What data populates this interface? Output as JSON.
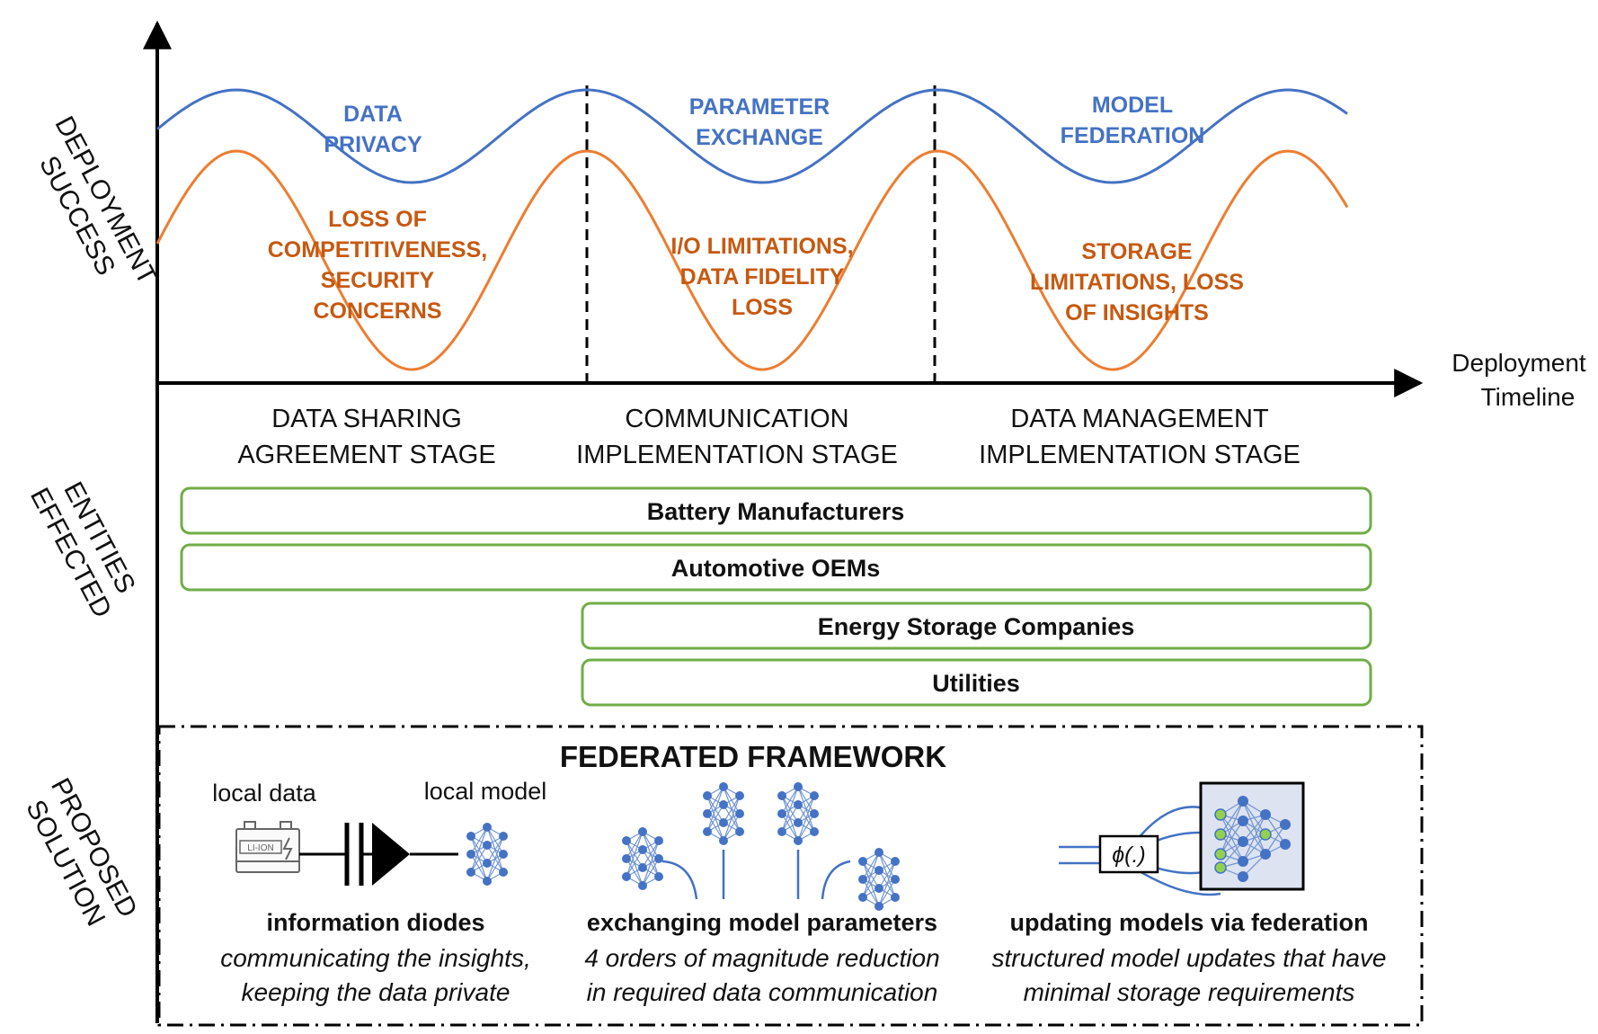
{
  "axes": {
    "y_label_lines": [
      "DEPLOYMENT",
      "SUCCESS"
    ],
    "x_label_lines": [
      "Deployment",
      "Timeline"
    ]
  },
  "curves": {
    "blue_color": "#4472C4",
    "orange_color": "#ED7D31",
    "blue_labels": [
      [
        "DATA",
        "PRIVACY"
      ],
      [
        "PARAMETER",
        "EXCHANGE"
      ],
      [
        "MODEL",
        "FEDERATION"
      ]
    ],
    "orange_labels": [
      [
        "LOSS OF",
        "COMPETITIVENESS,",
        "SECURITY",
        "CONCERNS"
      ],
      [
        "I/O LIMITATIONS,",
        "DATA FIDELITY",
        "LOSS"
      ],
      [
        "STORAGE",
        "LIMITATIONS, LOSS",
        "OF INSIGHTS"
      ]
    ]
  },
  "stages": [
    [
      "DATA SHARING",
      "AGREEMENT STAGE"
    ],
    [
      "COMMUNICATION",
      "IMPLEMENTATION STAGE"
    ],
    [
      "DATA MANAGEMENT",
      "IMPLEMENTATION STAGE"
    ]
  ],
  "entities": {
    "side_label_lines": [
      "ENTITIES",
      "EFFECTED"
    ],
    "box_color": "#70AD47",
    "items": [
      "Battery Manufacturers",
      "Automotive OEMs",
      "Energy Storage Companies",
      "Utilities"
    ]
  },
  "solution": {
    "side_label_lines": [
      "PROPOSED",
      "SOLUTION"
    ],
    "framework_title": "FEDERATED FRAMEWORK",
    "local_data_label": "local data",
    "local_model_label": "local model",
    "battery_text": "LI-ION",
    "phi_label": "ϕ(.)",
    "columns": [
      {
        "title": "information diodes",
        "desc": [
          "communicating the insights,",
          "keeping the data private"
        ]
      },
      {
        "title": "exchanging model parameters",
        "desc": [
          "4 orders of magnitude reduction",
          "in required data communication"
        ]
      },
      {
        "title": "updating models via federation",
        "desc": [
          "structured model updates that have",
          "minimal storage requirements"
        ]
      }
    ]
  }
}
